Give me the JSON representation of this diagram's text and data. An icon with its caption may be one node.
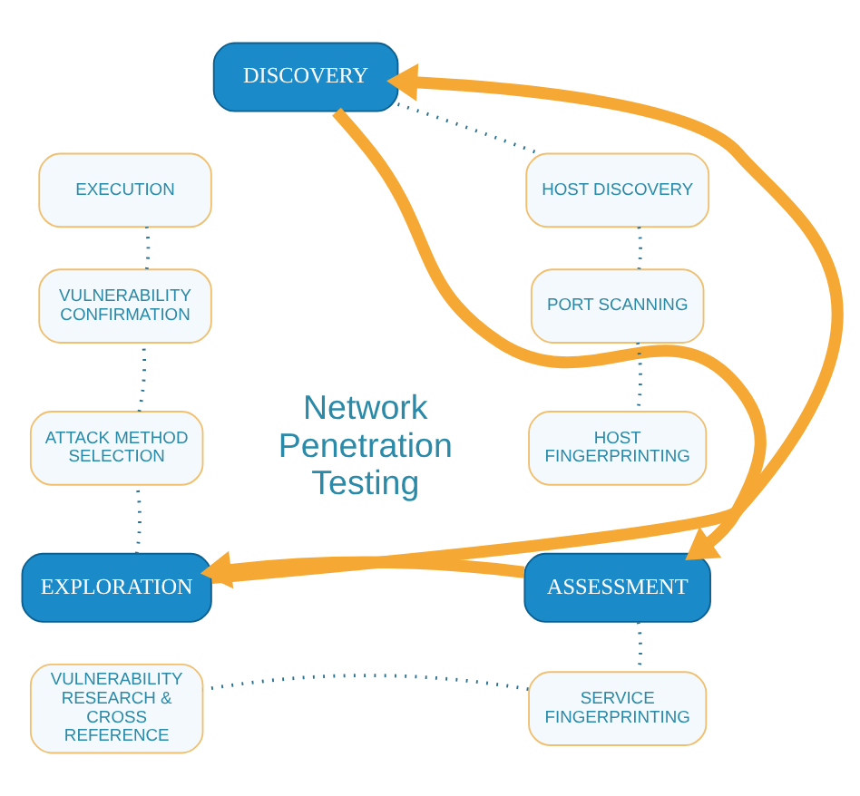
{
  "diagram": {
    "nodes": [
      {
        "text": [
          "DISCOVERY"
        ]
      },
      {
        "text": [
          "EXECUTION"
        ]
      },
      {
        "text": [
          "HOST DISCOVERY"
        ]
      },
      {
        "text": [
          "VULNERABILITY CONFIRMATION"
        ]
      },
      {
        "text": [
          "PORT SCANNING"
        ]
      },
      {
        "text": [
          "ATTACK METHOD SELECTION"
        ]
      },
      {
        "text": [
          "HOST FINGERPRINTING"
        ]
      },
      {
        "text": [
          "EXPLORATION"
        ]
      },
      {
        "text": [
          "ASSESSMENT"
        ]
      },
      {
        "text": [
          "VULNERABILITY RESEARCH & CROSS REFERENCE"
        ]
      },
      {
        "text": [
          "SERVICE FINGERPRINTING"
        ]
      }
    ],
    "edges": [
      {
        "from": 0,
        "to": 8,
        "arrow": "to",
        "style": "thick",
        "color": "#f5a833"
      },
      {
        "from": 8,
        "to": 7,
        "arrow": "to",
        "style": "thick",
        "color": "#f5a833"
      },
      {
        "from": 7,
        "to": 0,
        "arrow": "to",
        "style": "thick",
        "color": "#f5a833"
      },
      {
        "from": 0,
        "to": 2,
        "arrow": "none",
        "style": "dashed"
      },
      {
        "from": 2,
        "to": 4,
        "arrow": "none",
        "style": "dashed"
      },
      {
        "from": 4,
        "to": 6,
        "arrow": "none",
        "style": "dashed"
      },
      {
        "from": 8,
        "to": 10,
        "arrow": "none",
        "style": "dashed"
      },
      {
        "from": 10,
        "to": 9,
        "arrow": "none",
        "style": "dashed"
      },
      {
        "from": 7,
        "to": 5,
        "arrow": "none",
        "style": "dashed"
      },
      {
        "from": 5,
        "to": 3,
        "arrow": "none",
        "style": "dashed"
      },
      {
        "from": 3,
        "to": 1,
        "arrow": "none",
        "style": "dashed"
      }
    ],
    "labels": [
      "Network Penetration Testing"
    ]
  }
}
